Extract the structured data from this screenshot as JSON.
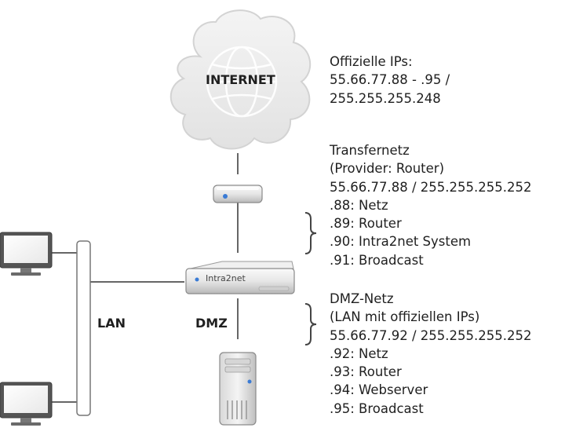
{
  "cloud": {
    "label": "INTERNET"
  },
  "official": {
    "lines": [
      "Offizielle IPs:",
      "55.66.77.88 - .95 /",
      "255.255.255.248"
    ]
  },
  "transfer": {
    "lines": [
      "Transfernetz",
      "(Provider: Router)",
      "55.66.77.88 / 255.255.255.252",
      ".88: Netz",
      ".89: Router",
      ".90: Intra2net System",
      ".91: Broadcast"
    ]
  },
  "dmz_net": {
    "lines": [
      "DMZ-Netz",
      "(LAN mit offiziellen IPs)",
      "55.66.77.92 / 255.255.255.252",
      ".92: Netz",
      ".93: Router",
      ".94: Webserver",
      ".95: Broadcast"
    ]
  },
  "appliance": {
    "brand": "Intra2net"
  },
  "labels": {
    "lan": "LAN",
    "dmz": "DMZ"
  },
  "colors": {
    "line": "#666666",
    "cloud_fill": "#eeeeee",
    "cloud_stroke": "#d0d0d0"
  }
}
